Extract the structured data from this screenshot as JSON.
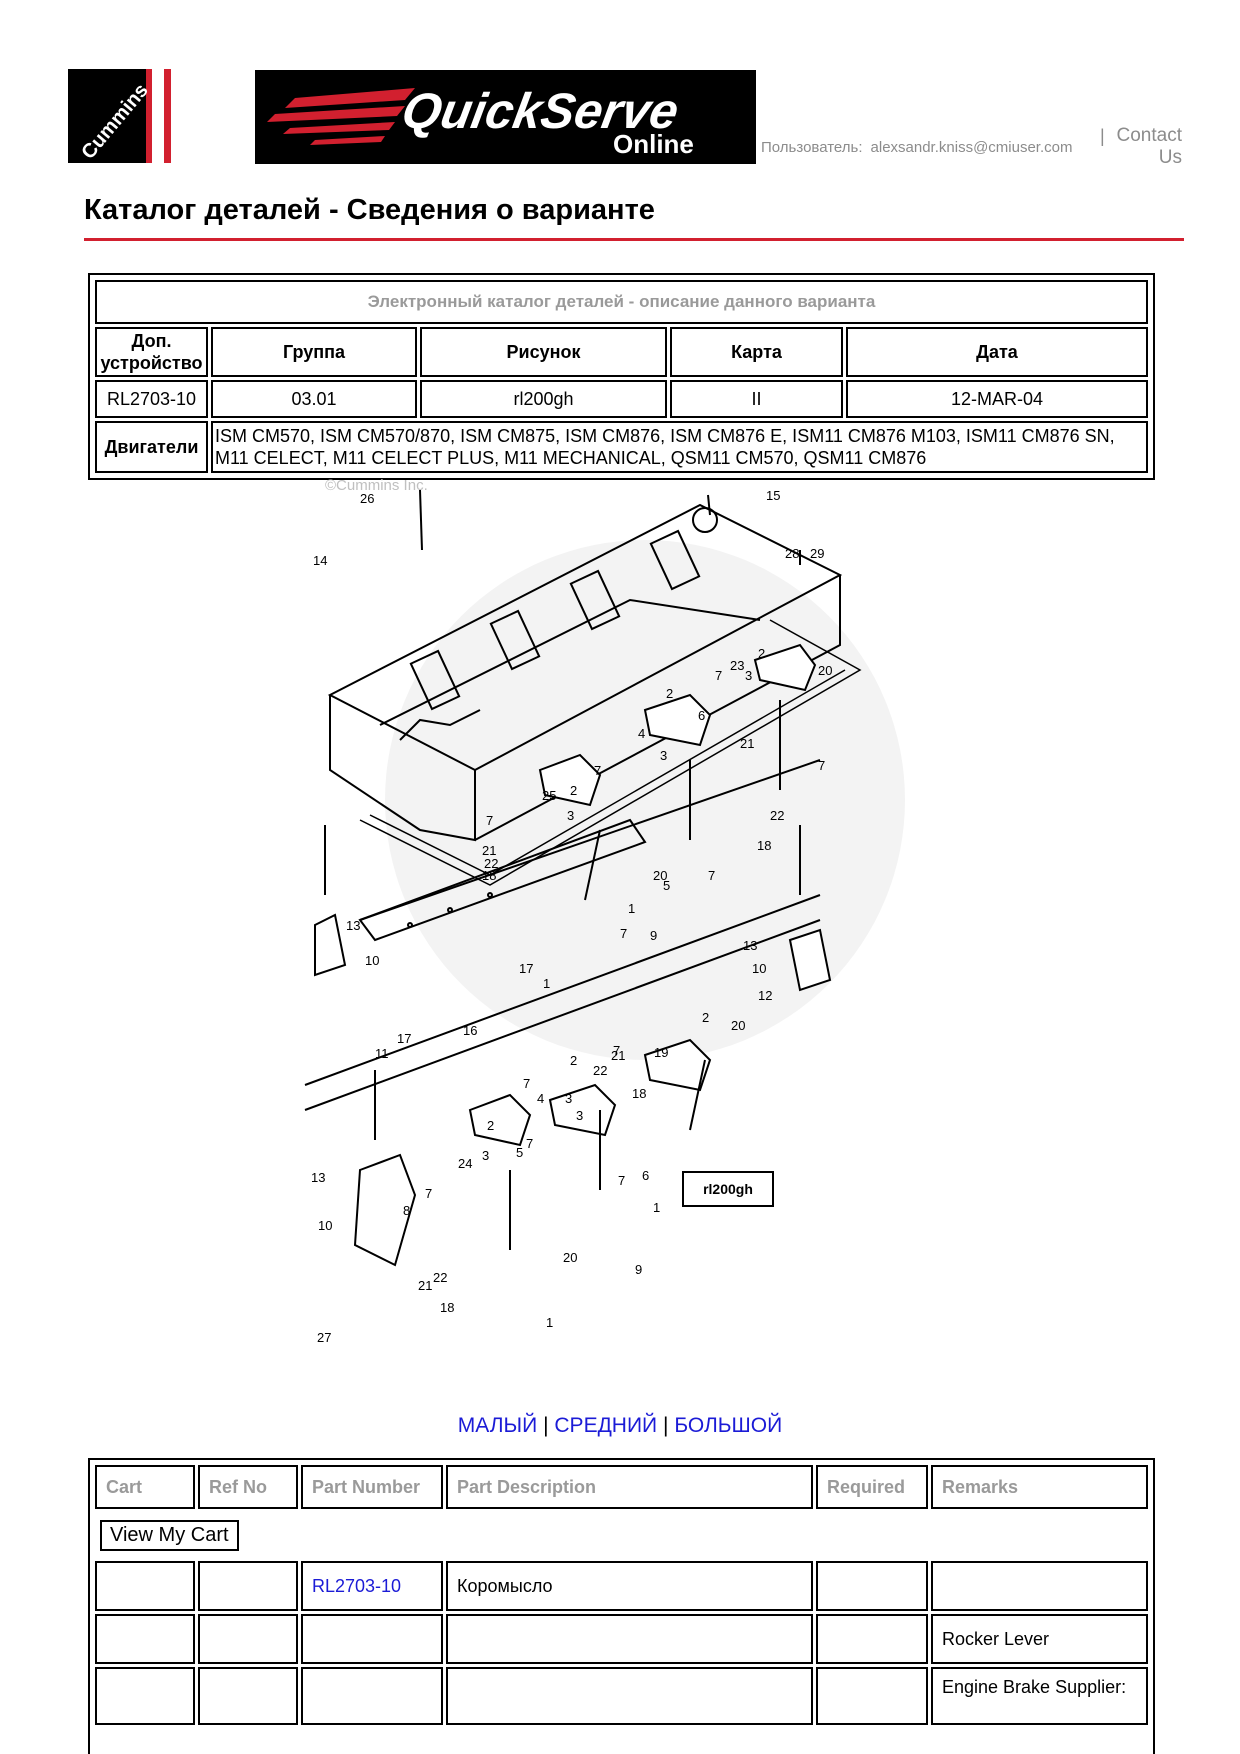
{
  "header": {
    "cummins_logo_text": "Cummins",
    "banner_title": "QuickServe",
    "banner_sub": "Online",
    "user_label": "Пользователь:",
    "user_email": "alexsandr.kniss@cmiuser.com",
    "separator": "|",
    "contact_line1": "Contact",
    "contact_line2": "Us"
  },
  "page_title": "Каталог деталей - Сведения о варианте",
  "info": {
    "caption": "Электронный каталог деталей - описание данного варианта",
    "headers": [
      "Доп. устройство",
      "Группа",
      "Рисунок",
      "Карта",
      "Дата"
    ],
    "values": [
      "RL2703-10",
      "03.01",
      "rl200gh",
      "II",
      "12-MAR-04"
    ],
    "engines_label": "Двигатели",
    "engines": "ISM CM570, ISM CM570/870, ISM CM875, ISM CM876, ISM CM876 E, ISM11 CM876 M103, ISM11 CM876 SN, M11 CELECT, M11 CELECT PLUS, M11 MECHANICAL, QSM11 CM570, QSM11 CM876"
  },
  "diagram": {
    "copyright": "©Cummins Inc.",
    "figure_label": "rl200gh",
    "callouts": [
      "26",
      "15",
      "14",
      "28",
      "29",
      "23",
      "2",
      "20",
      "7",
      "3",
      "2",
      "6",
      "4",
      "21",
      "3",
      "7",
      "7",
      "25",
      "2",
      "3",
      "22",
      "7",
      "21",
      "22",
      "18",
      "5",
      "20",
      "18",
      "7",
      "1",
      "13",
      "10",
      "17",
      "9",
      "7",
      "1",
      "16",
      "13",
      "10",
      "12",
      "17",
      "11",
      "7",
      "19",
      "2",
      "20",
      "2",
      "22",
      "21",
      "3",
      "4",
      "7",
      "18",
      "3",
      "2",
      "5",
      "7",
      "24",
      "3",
      "13",
      "8",
      "6",
      "7",
      "7",
      "1",
      "10",
      "20",
      "9",
      "21",
      "22",
      "27",
      "18",
      "1"
    ]
  },
  "size_links": {
    "small": "МАЛЫЙ",
    "medium": "СРЕДНИЙ",
    "large": "БОЛЬШОЙ",
    "sep": "|"
  },
  "parts": {
    "headers": [
      "Cart",
      "Ref No",
      "Part Number",
      "Part Description",
      "Required",
      "Remarks"
    ],
    "view_cart": "View My Cart",
    "rows": [
      {
        "cart": "",
        "ref": "",
        "part_number": "RL2703-10",
        "description": "Коромысло",
        "required": "",
        "remarks": ""
      },
      {
        "cart": "",
        "ref": "",
        "part_number": "",
        "description": "",
        "required": "",
        "remarks": "Rocker Lever"
      },
      {
        "cart": "",
        "ref": "",
        "part_number": "",
        "description": "",
        "required": "",
        "remarks": "Engine Brake Supplier:"
      }
    ]
  }
}
